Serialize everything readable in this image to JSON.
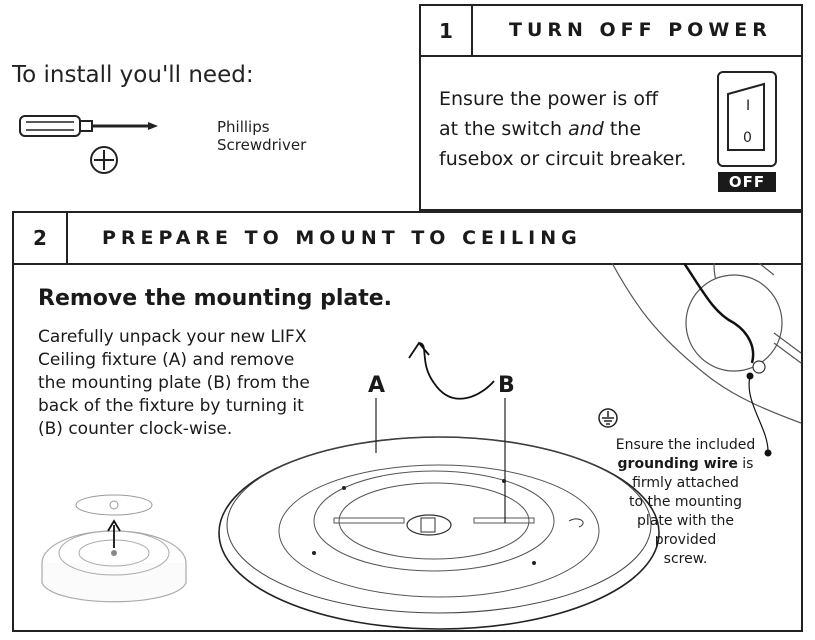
{
  "needs": {
    "title": "To install you'll need:",
    "tool_line1": "Phillips",
    "tool_line2": "Screwdriver"
  },
  "step1": {
    "number": "1",
    "title": "TURN OFF POWER",
    "body_line1": "Ensure the power is off",
    "body_line2_pre": "at the switch ",
    "body_line2_em": "and",
    "body_line2_post": " the",
    "body_line3": "fusebox or circuit breaker.",
    "switch_top_mark": "I",
    "switch_bottom_mark": "0",
    "off_label": "OFF"
  },
  "step2": {
    "number": "2",
    "title": "PREPARE TO MOUNT TO CEILING",
    "section_title": "Remove the mounting plate.",
    "instr_lines": [
      "Carefully unpack your new LIFX",
      "Ceiling fixture (A) and remove",
      "the mounting plate (B) from the",
      "back of the fixture by turning it",
      "(B) counter clock-wise."
    ],
    "label_a": "A",
    "label_b": "B",
    "ground_l1": "Ensure the included",
    "ground_bold": "grounding wire",
    "ground_l2_post": " is",
    "ground_l3": "firmly attached",
    "ground_l4": "to the mounting",
    "ground_l5": "plate with the",
    "ground_l6": "provided",
    "ground_l7": "screw."
  },
  "icons": [
    "screwdriver-icon",
    "phillips-head-icon",
    "power-switch-icon",
    "ground-symbol-icon",
    "rotate-arrow-icon"
  ]
}
